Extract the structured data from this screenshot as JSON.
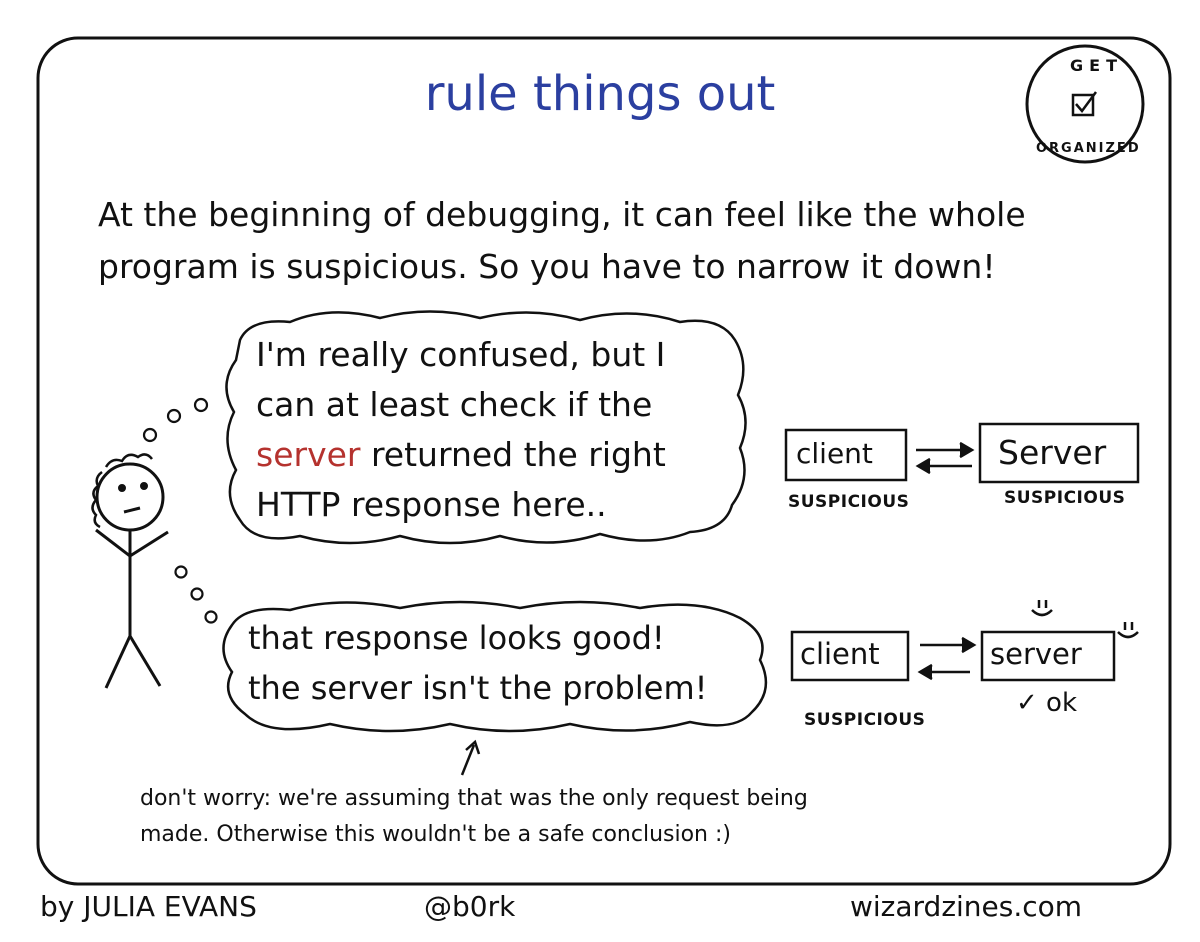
{
  "title": "rule things out",
  "badge": {
    "top": "GET",
    "bottom": "ORGANIZED"
  },
  "intro": {
    "line1": "At the beginning of debugging, it can feel like the whole",
    "line2": "program is suspicious. So you have to narrow it down!"
  },
  "thought1": {
    "line1": "I'm really confused, but I",
    "line2": "can at least check if the",
    "line3_highlight": "server",
    "line3_rest": " returned the right",
    "line4": "HTTP response here.."
  },
  "thought2": {
    "line1": "that response looks good!",
    "line2": "the server isn't the problem!"
  },
  "diagram1": {
    "client_label": "client",
    "server_label": "Server",
    "client_status": "SUSPICIOUS",
    "server_status": "SUSPICIOUS"
  },
  "diagram2": {
    "client_label": "client",
    "server_label": "server",
    "client_status": "SUSPICIOUS",
    "server_status": "✓ ok"
  },
  "footnote": {
    "line1": "don't worry: we're assuming that was the only request being",
    "line2": "made. Otherwise this wouldn't be a safe conclusion :)"
  },
  "footer": {
    "author": "by JULIA EVANS",
    "handle": "@b0rk",
    "site": "wizardzines.com"
  },
  "colors": {
    "title": "#2b3fa0",
    "highlight": "#b5322e",
    "ink": "#111111"
  }
}
